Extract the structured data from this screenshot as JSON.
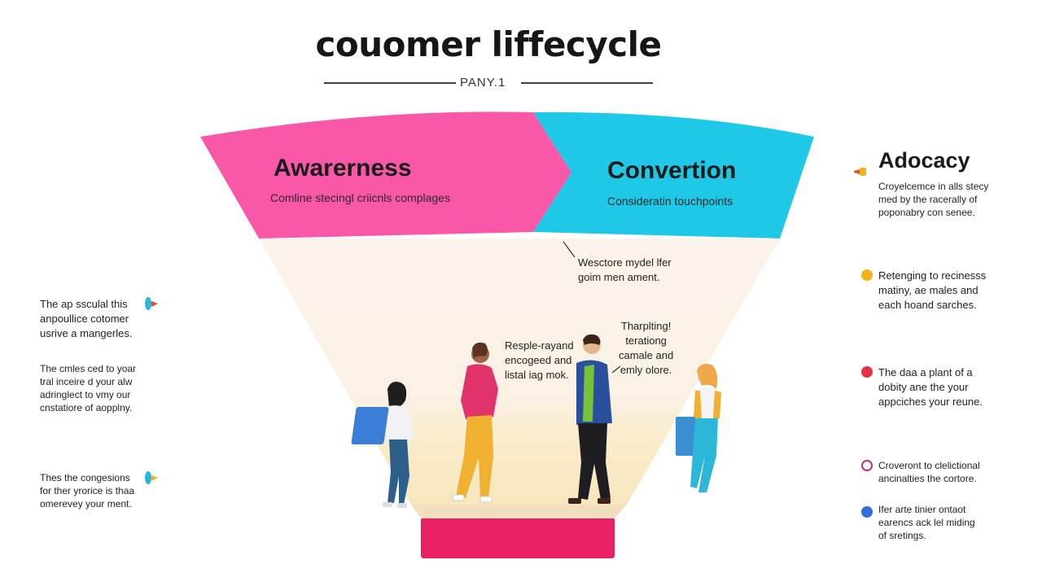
{
  "header": {
    "title": "couomer liffecycle",
    "subtitle": "PANY.1"
  },
  "funnel": {
    "colors": {
      "awareness": "#f957a8",
      "conversion": "#1ec8e6",
      "body": "#fbf2e8",
      "body_bottom": "#faeac6",
      "base": "#ea2065"
    },
    "awareness": {
      "label": "Awarerness",
      "desc": "Comline stecingl criicnls complages"
    },
    "conversion": {
      "label": "Convertion",
      "desc": "Consideratin touchpoints"
    },
    "inner_notes": [
      "Wesctore mydel lfer\ngoim men ament.",
      "Resple-rayand\nencogeed and\nlistal iag mok.",
      "Tharplting!\nterationg\ncamale and\nemly olore."
    ]
  },
  "left_notes": [
    "The ap ssculal this\nanpoullice cotomer\nusrive a mangerles.",
    "The cmles ced to yoar\ntral inceire d your alw\nadringlect to vmy our\ncnstatiore of aopplny.",
    "Thes the congesions\nfor ther yrorice is thaa\nomerevey your ment."
  ],
  "advocacy": {
    "label": "Adocacy",
    "desc": "Croyelcemce in alls stecy\nmed by the racerally of\npoponabry con senee."
  },
  "right_notes": [
    {
      "icon": "user-face-icon",
      "color": "#f2b21b",
      "text": "Retenging to recinesss\nmatiny, ae males and\neach hoand sarches."
    },
    {
      "icon": "alert-icon",
      "color": "#e33246",
      "text": "The daa a plant of a\ndobity ane the your\nappciches your reune."
    },
    {
      "icon": "target-icon",
      "color": "#c0306a",
      "text": "Croveront to clelictional\nancinalties the cortore."
    },
    {
      "icon": "person-icon",
      "color": "#2f6fd6",
      "text": "Ifer arte tinier ontaot\nearencs ack lel miding\nof sretings."
    }
  ]
}
